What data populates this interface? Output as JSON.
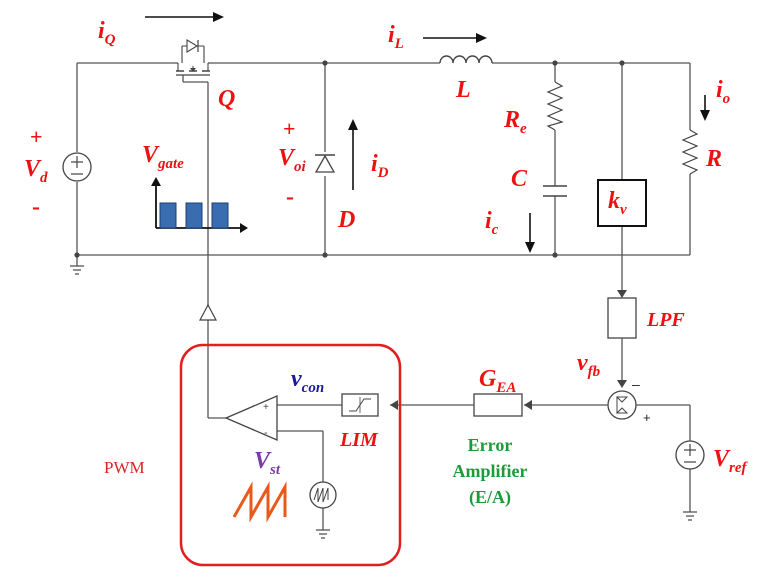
{
  "colors": {
    "label": "#ee1111",
    "vcon": "#1a1aa0",
    "vst": "#7a3aa8",
    "error_amp": "#1e9a3a",
    "pwm_box": "#e02020",
    "sawtooth": "#e85a1a",
    "gate_pulse": "#3a6db0",
    "wire": "#555555"
  },
  "labels": {
    "iQ": {
      "main": "i",
      "sub": "Q"
    },
    "iL": {
      "main": "i",
      "sub": "L"
    },
    "io": {
      "main": "i",
      "sub": "o"
    },
    "Q": "Q",
    "L": "L",
    "Re": {
      "main": "R",
      "sub": "e"
    },
    "C": "C",
    "R": "R",
    "kv": {
      "main": "k",
      "sub": "v"
    },
    "ic": {
      "main": "i",
      "sub": "c"
    },
    "D": "D",
    "iD": {
      "main": "i",
      "sub": "D"
    },
    "Voi": {
      "main": "V",
      "sub": "oi"
    },
    "Vd": {
      "main": "V",
      "sub": "d"
    },
    "Vgate": {
      "main": "V",
      "sub": "gate"
    },
    "LPF": "LPF",
    "vfb": {
      "main": "v",
      "sub": "fb"
    },
    "GEA": {
      "main": "G",
      "sub": "EA"
    },
    "vcon": {
      "main": "v",
      "sub": "con"
    },
    "LIM": "LIM",
    "Vst": {
      "main": "V",
      "sub": "st"
    },
    "Vref": {
      "main": "V",
      "sub": "ref"
    },
    "PWM": "PWM",
    "error_amp_lines": [
      "Error",
      "Amplifier",
      "(E/A)"
    ],
    "plus": "+",
    "minus": "-",
    "sum_minus": "–",
    "sum_plus": "+"
  }
}
